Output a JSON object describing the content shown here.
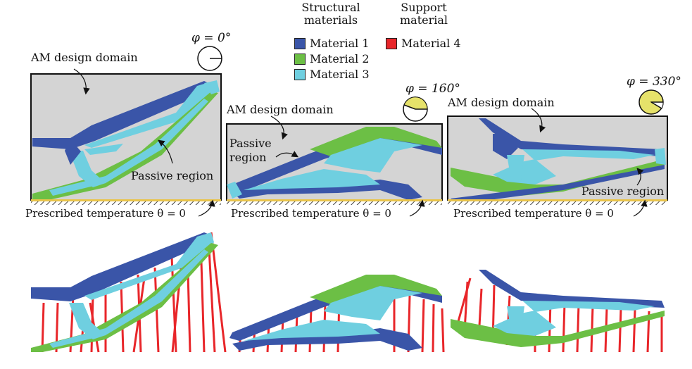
{
  "colors": {
    "material_1": "#3a55a8",
    "material_2": "#6cbf45",
    "material_3": "#6fcfe0",
    "material_4": "#e8262a",
    "domain_fill": "#d4d4d4",
    "plate": "#e9c44a",
    "phi_dial_fill": "#e6e26a"
  },
  "legend": {
    "structural_header_1": "Structural",
    "structural_header_2": "materials",
    "support_header_1": "Support",
    "support_header_2": "material",
    "items": [
      {
        "label": "Material 1",
        "color_key": "material_1"
      },
      {
        "label": "Material 2",
        "color_key": "material_2"
      },
      {
        "label": "Material 3",
        "color_key": "material_3"
      },
      {
        "label": "Material 4",
        "color_key": "material_4"
      }
    ]
  },
  "panels": [
    {
      "phi_label": "φ = 0°",
      "phi_deg": 0,
      "domain_label": "AM design domain",
      "passive_label": "Passive region",
      "temperature_label": "Prescribed temperature θ = 0"
    },
    {
      "phi_label": "φ = 160°",
      "phi_deg": 160,
      "domain_label": "AM design domain",
      "passive_label_1": "Passive",
      "passive_label_2": "region",
      "temperature_label": "Prescribed temperature θ = 0"
    },
    {
      "phi_label": "φ = 330°",
      "phi_deg": 330,
      "domain_label": "AM design domain",
      "passive_label": "Passive region",
      "temperature_label": "Prescribed temperature θ = 0"
    }
  ]
}
